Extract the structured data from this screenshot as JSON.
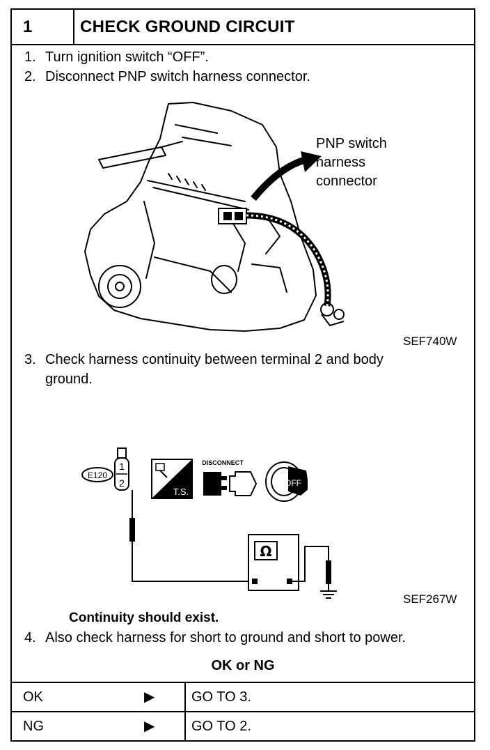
{
  "header": {
    "step_number": "1",
    "title": "CHECK GROUND CIRCUIT"
  },
  "steps": [
    {
      "num": "1.",
      "text": "Turn ignition switch “OFF”."
    },
    {
      "num": "2.",
      "text": "Disconnect PNP switch harness connector."
    },
    {
      "num": "3.",
      "text": "Check harness continuity between terminal 2 and body",
      "text2": "ground."
    },
    {
      "num": "4.",
      "text": "Also check harness for short to ground and short to power."
    }
  ],
  "figure1": {
    "callout_lines": [
      "PNP switch",
      "harness",
      "connector"
    ],
    "code": "SEF740W"
  },
  "figure2": {
    "connector_id": "E120",
    "terminals": [
      "1",
      "2"
    ],
    "ts_label": "T.S.",
    "disconnect_label": "DISCONNECT",
    "switch_label": "OFF",
    "meter_symbol": "Ω",
    "code": "SEF267W"
  },
  "continuity_note": "Continuity should exist.",
  "result": {
    "heading": "OK or NG",
    "rows": [
      {
        "status": "OK",
        "arrow": "▶",
        "action": "GO TO 3."
      },
      {
        "status": "NG",
        "arrow": "▶",
        "action": "GO TO 2."
      }
    ]
  }
}
